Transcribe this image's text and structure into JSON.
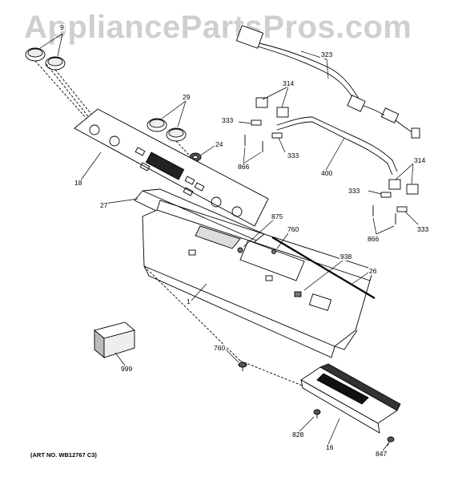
{
  "watermark": "AppliancePartsPros.com",
  "art_number": "(ART NO. WB12767 C3)",
  "callouts": {
    "c9": "9",
    "c18": "18",
    "c29": "29",
    "c24": "24",
    "c27": "27",
    "c1": "1",
    "c875": "875",
    "c760a": "760",
    "c938": "938",
    "c26": "26",
    "c760b": "760",
    "c999": "999",
    "c828": "828",
    "c16": "16",
    "c847": "847",
    "c323": "323",
    "c314a": "314",
    "c333a": "333",
    "c333b": "333",
    "c866a": "866",
    "c400": "400",
    "c314b": "314",
    "c333c": "333",
    "c333d": "333",
    "c866b": "866"
  }
}
